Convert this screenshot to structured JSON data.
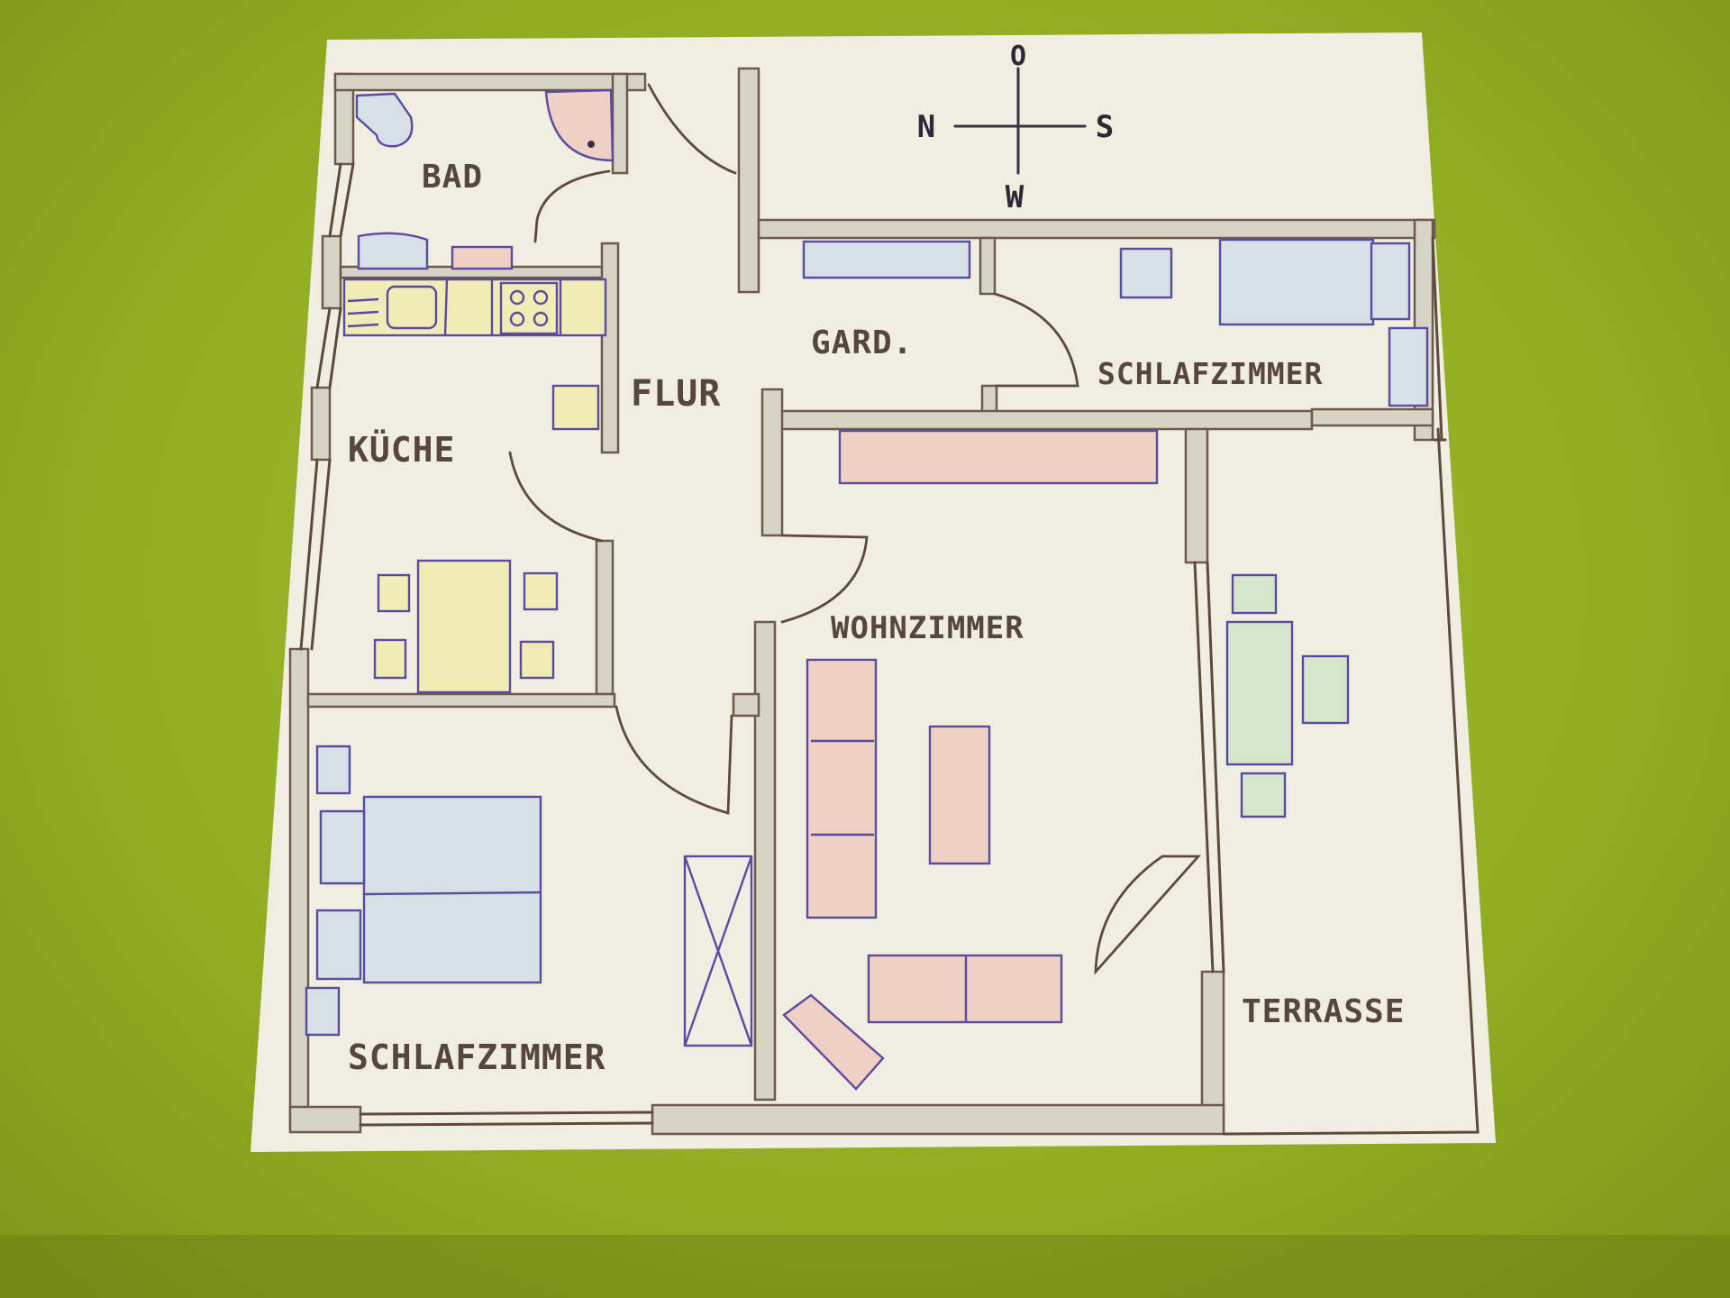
{
  "compass": {
    "top": "O",
    "left": "N",
    "right": "S",
    "bottom": "W"
  },
  "rooms": {
    "bad": "BAD",
    "kueche": "KÜCHE",
    "flur": "FLUR",
    "gard": "GARD.",
    "schlafzimmer_top": "SCHLAFZIMMER",
    "wohnzimmer": "WOHNZIMMER",
    "schlafzimmer_bottom": "SCHLAFZIMMER",
    "terrasse": "TERRASSE"
  },
  "colors": {
    "background": "#93ad22",
    "paper": "#efeee0",
    "wall_fill": "#d6d4c4",
    "wall_line": "#6e5a4c",
    "furniture_line": "#5a4ba0",
    "furniture_pink": "#f0d0c4",
    "furniture_yellow": "#f1ebb6",
    "furniture_blue": "#d6e0e6",
    "furniture_green": "#d6e6cc"
  }
}
